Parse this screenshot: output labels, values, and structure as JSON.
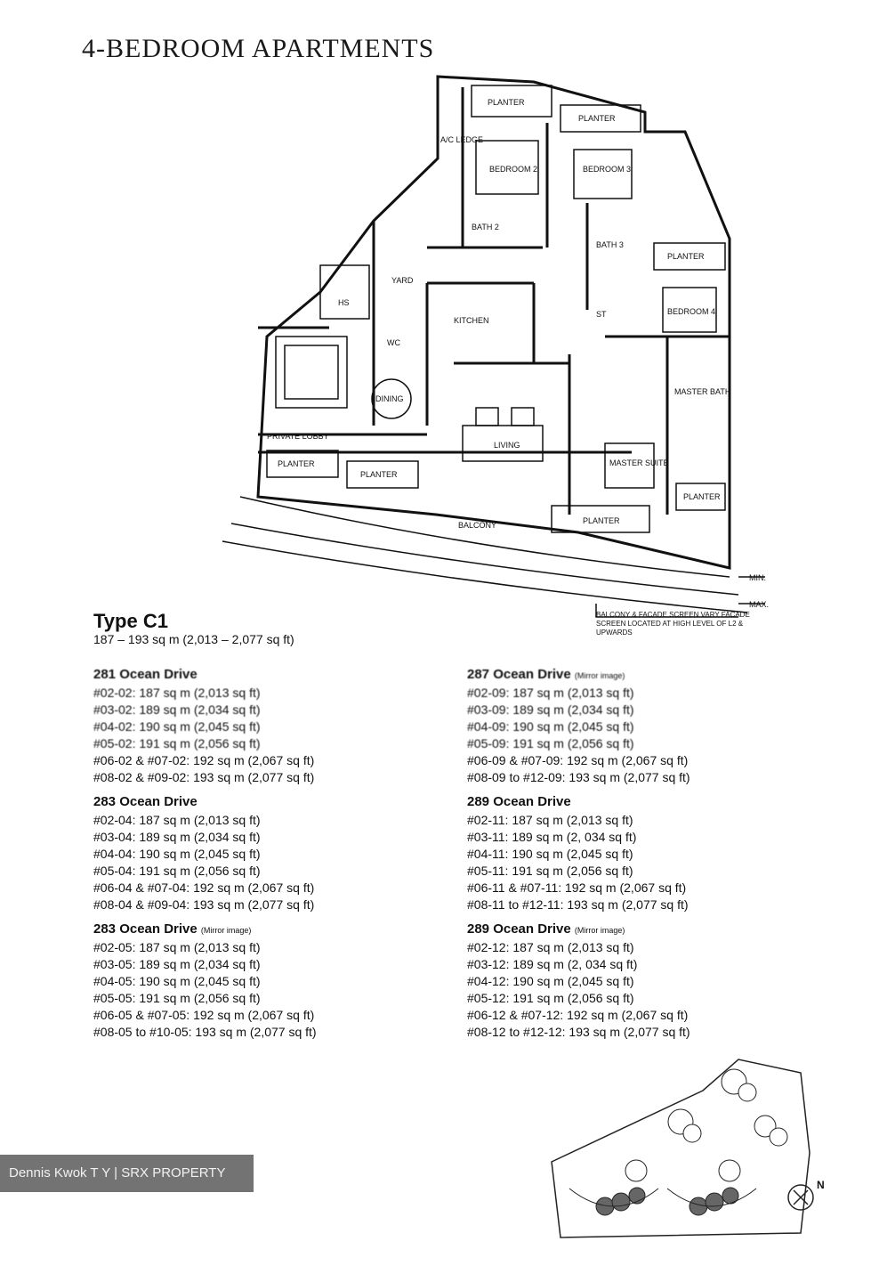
{
  "title": "4-BEDROOM APARTMENTS",
  "plan_labels": {
    "planter": "PLANTER",
    "ac_ledge": "A/C LEDGE",
    "bedroom2": "BEDROOM 2",
    "bedroom3": "BEDROOM 3",
    "bedroom4": "BEDROOM 4",
    "bath2": "BATH 2",
    "bath3": "BATH 3",
    "yard": "YARD",
    "hs": "HS",
    "kitchen": "KITCHEN",
    "wc": "WC",
    "dining": "DINING",
    "living": "LIVING",
    "private_lobby": "PRIVATE LOBBY",
    "master_bath": "MASTER BATH",
    "master_suite": "MASTER SUITE",
    "balcony": "BALCONY",
    "st": "ST",
    "min": "MIN.",
    "max": "MAX."
  },
  "note": "BALCONY & FACADE SCREEN VARY FACADE SCREEN LOCATED AT HIGH LEVEL OF L2 & UPWARDS",
  "type_title": "Type C1",
  "type_area": "187 – 193 sq m (2,013 – 2,077 sq ft)",
  "left_column": [
    {
      "heading": "281 Ocean Drive",
      "mirror": "",
      "rows": [
        "#02-02: 187 sq m (2,013 sq ft)",
        "#03-02: 189 sq m (2,034 sq ft)",
        "#04-02: 190 sq m (2,045 sq ft)",
        "#05-02: 191 sq m (2,056 sq ft)",
        "#06-02 & #07-02: 192 sq m (2,067 sq ft)",
        "#08-02 & #09-02: 193 sq m (2,077 sq ft)"
      ]
    },
    {
      "heading": "283 Ocean Drive",
      "mirror": "",
      "rows": [
        "#02-04: 187 sq m (2,013 sq ft)",
        "#03-04: 189 sq m (2,034 sq ft)",
        "#04-04: 190 sq m (2,045 sq ft)",
        "#05-04: 191 sq m (2,056 sq ft)",
        "#06-04 & #07-04: 192 sq m (2,067 sq ft)",
        "#08-04 & #09-04: 193 sq m (2,077 sq ft)"
      ]
    },
    {
      "heading": "283 Ocean Drive",
      "mirror": "(Mirror image)",
      "rows": [
        "#02-05: 187 sq m (2,013 sq ft)",
        "#03-05: 189 sq m (2,034 sq ft)",
        "#04-05: 190 sq m (2,045 sq ft)",
        "#05-05: 191 sq m (2,056 sq ft)",
        "#06-05 & #07-05: 192 sq m (2,067 sq ft)",
        "#08-05 to #10-05: 193 sq m (2,077 sq ft)"
      ]
    }
  ],
  "right_column": [
    {
      "heading": "287 Ocean Drive",
      "mirror": "(Mirror image)",
      "rows": [
        "#02-09: 187 sq m (2,013 sq ft)",
        "#03-09: 189 sq m (2,034 sq ft)",
        "#04-09: 190 sq m (2,045 sq ft)",
        "#05-09: 191 sq m (2,056 sq ft)",
        "#06-09 & #07-09: 192 sq m (2,067 sq ft)",
        "#08-09 to #12-09: 193 sq m (2,077 sq ft)"
      ]
    },
    {
      "heading": "289 Ocean Drive",
      "mirror": "",
      "rows": [
        "#02-11: 187 sq m (2,013 sq ft)",
        "#03-11: 189 sq m (2, 034 sq ft)",
        "#04-11: 190 sq m (2,045 sq ft)",
        "#05-11: 191 sq m (2,056 sq ft)",
        "#06-11 & #07-11: 192 sq m (2,067 sq ft)",
        "#08-11 to #12-11: 193 sq m (2,077 sq ft)"
      ]
    },
    {
      "heading": "289 Ocean Drive",
      "mirror": "(Mirror image)",
      "rows": [
        "#02-12: 187 sq m (2,013 sq ft)",
        "#03-12: 189 sq m (2, 034 sq ft)",
        "#04-12: 190 sq m (2,045 sq ft)",
        "#05-12: 191 sq m (2,056 sq ft)",
        "#06-12 & #07-12: 192 sq m (2,067 sq ft)",
        "#08-12 to #12-12: 193 sq m (2,077 sq ft)"
      ]
    }
  ],
  "watermark": "Dennis Kwok T Y | SRX PROPERTY",
  "compass_label": "N"
}
